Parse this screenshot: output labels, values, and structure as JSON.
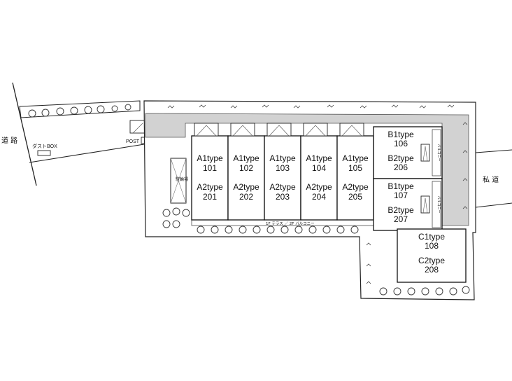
{
  "roads": {
    "left": "道 路",
    "right": "私 道"
  },
  "dust_box": "ダストBOX",
  "post": "POST",
  "bike_parking": "駐輪場",
  "terrace_label": "1F テラス ／ 2F バルコニー",
  "balcony_label": "バルコニー",
  "units": [
    {
      "top_type": "A1type",
      "top_no": "101",
      "bot_type": "A2type",
      "bot_no": "201"
    },
    {
      "top_type": "A1type",
      "top_no": "102",
      "bot_type": "A2type",
      "bot_no": "202"
    },
    {
      "top_type": "A1type",
      "top_no": "103",
      "bot_type": "A2type",
      "bot_no": "203"
    },
    {
      "top_type": "A1type",
      "top_no": "104",
      "bot_type": "A2type",
      "bot_no": "204"
    },
    {
      "top_type": "A1type",
      "top_no": "105",
      "bot_type": "A2type",
      "bot_no": "205"
    },
    {
      "top_type": "B1type",
      "top_no": "106",
      "bot_type": "B2type",
      "bot_no": "206"
    },
    {
      "top_type": "B1type",
      "top_no": "107",
      "bot_type": "B2type",
      "bot_no": "207"
    },
    {
      "top_type": "C1type",
      "top_no": "108",
      "bot_type": "C2type",
      "bot_no": "208"
    }
  ]
}
